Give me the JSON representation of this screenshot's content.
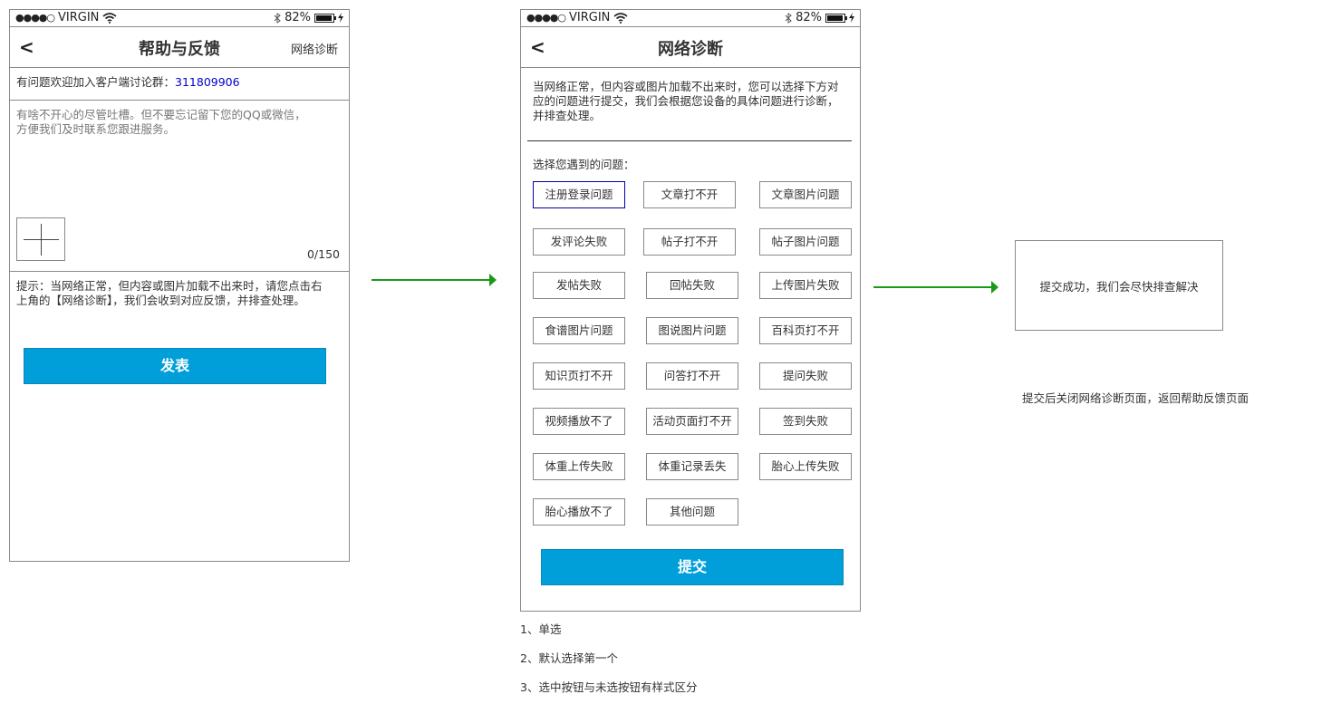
{
  "status": {
    "dots": "●●●●○",
    "carrier": "VIRGIN",
    "battery": "82%"
  },
  "screen1": {
    "back": "<",
    "title": "帮助与反馈",
    "right_link": "网络诊断",
    "group_prefix": "有问题欢迎加入客户端讨论群：",
    "group_number": "311809906",
    "placeholder_line1": "有啥不开心的尽管吐槽。但不要忘记留下您的QQ或微信，",
    "placeholder_line2": "方便我们及时联系您跟进服务。",
    "counter": "0/150",
    "tip_line1": "提示：当网络正常，但内容或图片加载不出来时，请您点击右",
    "tip_line2": "上角的【网络诊断】，我们会收到对应反馈，并排查处理。",
    "submit": "发表"
  },
  "screen2": {
    "back": "<",
    "title": "网络诊断",
    "intro_line1": "当网络正常，但内容或图片加载不出来时，您可以选择下方对",
    "intro_line2": "应的问题进行提交，我们会根据您设备的具体问题进行诊断，",
    "intro_line3": "并排查处理。",
    "select_label": "选择您遇到的问题：",
    "options": [
      "注册登录问题",
      "文章打不开",
      "文章图片问题",
      "发评论失败",
      "帖子打不开",
      "帖子图片问题",
      "发帖失败",
      "回帖失败",
      "上传图片失败",
      "食谱图片问题",
      "图说图片问题",
      "百科页打不开",
      "知识页打不开",
      "问答打不开",
      "提问失败",
      "视频播放不了",
      "活动页面打不开",
      "签到失败",
      "体重上传失败",
      "体重记录丢失",
      "胎心上传失败",
      "胎心播放不了",
      "其他问题"
    ],
    "selected_index": 0,
    "submit": "提交"
  },
  "notes": [
    "1、单选",
    "2、默认选择第一个",
    "3、选中按钮与未选按钮有样式区分"
  ],
  "success": {
    "message": "提交成功，我们会尽快排查解决",
    "caption": "提交后关闭网络诊断页面，返回帮助反馈页面"
  },
  "colors": {
    "primary": "#009fd9",
    "arrow": "#1a9a1a",
    "link": "#0000cc",
    "selected_border": "#0000aa"
  }
}
